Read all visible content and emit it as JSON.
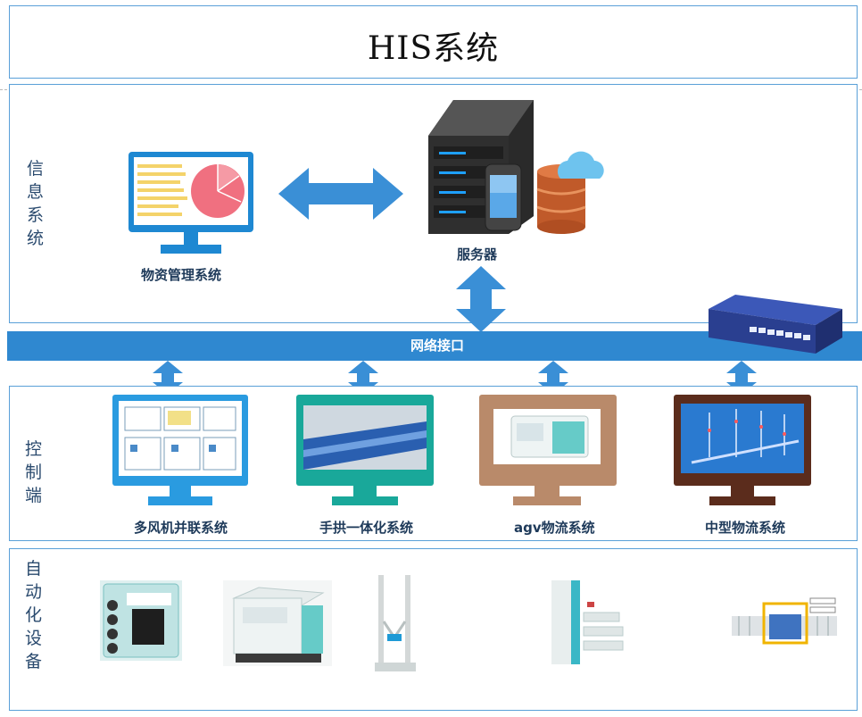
{
  "title": "HIS系统",
  "sections": {
    "info": "信息系统",
    "control": "控制端",
    "automation": "自动化设备"
  },
  "info_nodes": {
    "materials": "物资管理系统",
    "server": "服务器"
  },
  "bus_label": "网络接口",
  "control_terminals": [
    {
      "label": "多风机并联系统",
      "frame_color": "#2a9be0"
    },
    {
      "label": "手拱一体化系统",
      "frame_color": "#19a89a"
    },
    {
      "label": "agv物流系统",
      "frame_color": "#b98a6a"
    },
    {
      "label": "中型物流系统",
      "frame_color": "#5b2c1c"
    }
  ],
  "colors": {
    "accent": "#2f88d0",
    "border": "#5aa0d8"
  }
}
